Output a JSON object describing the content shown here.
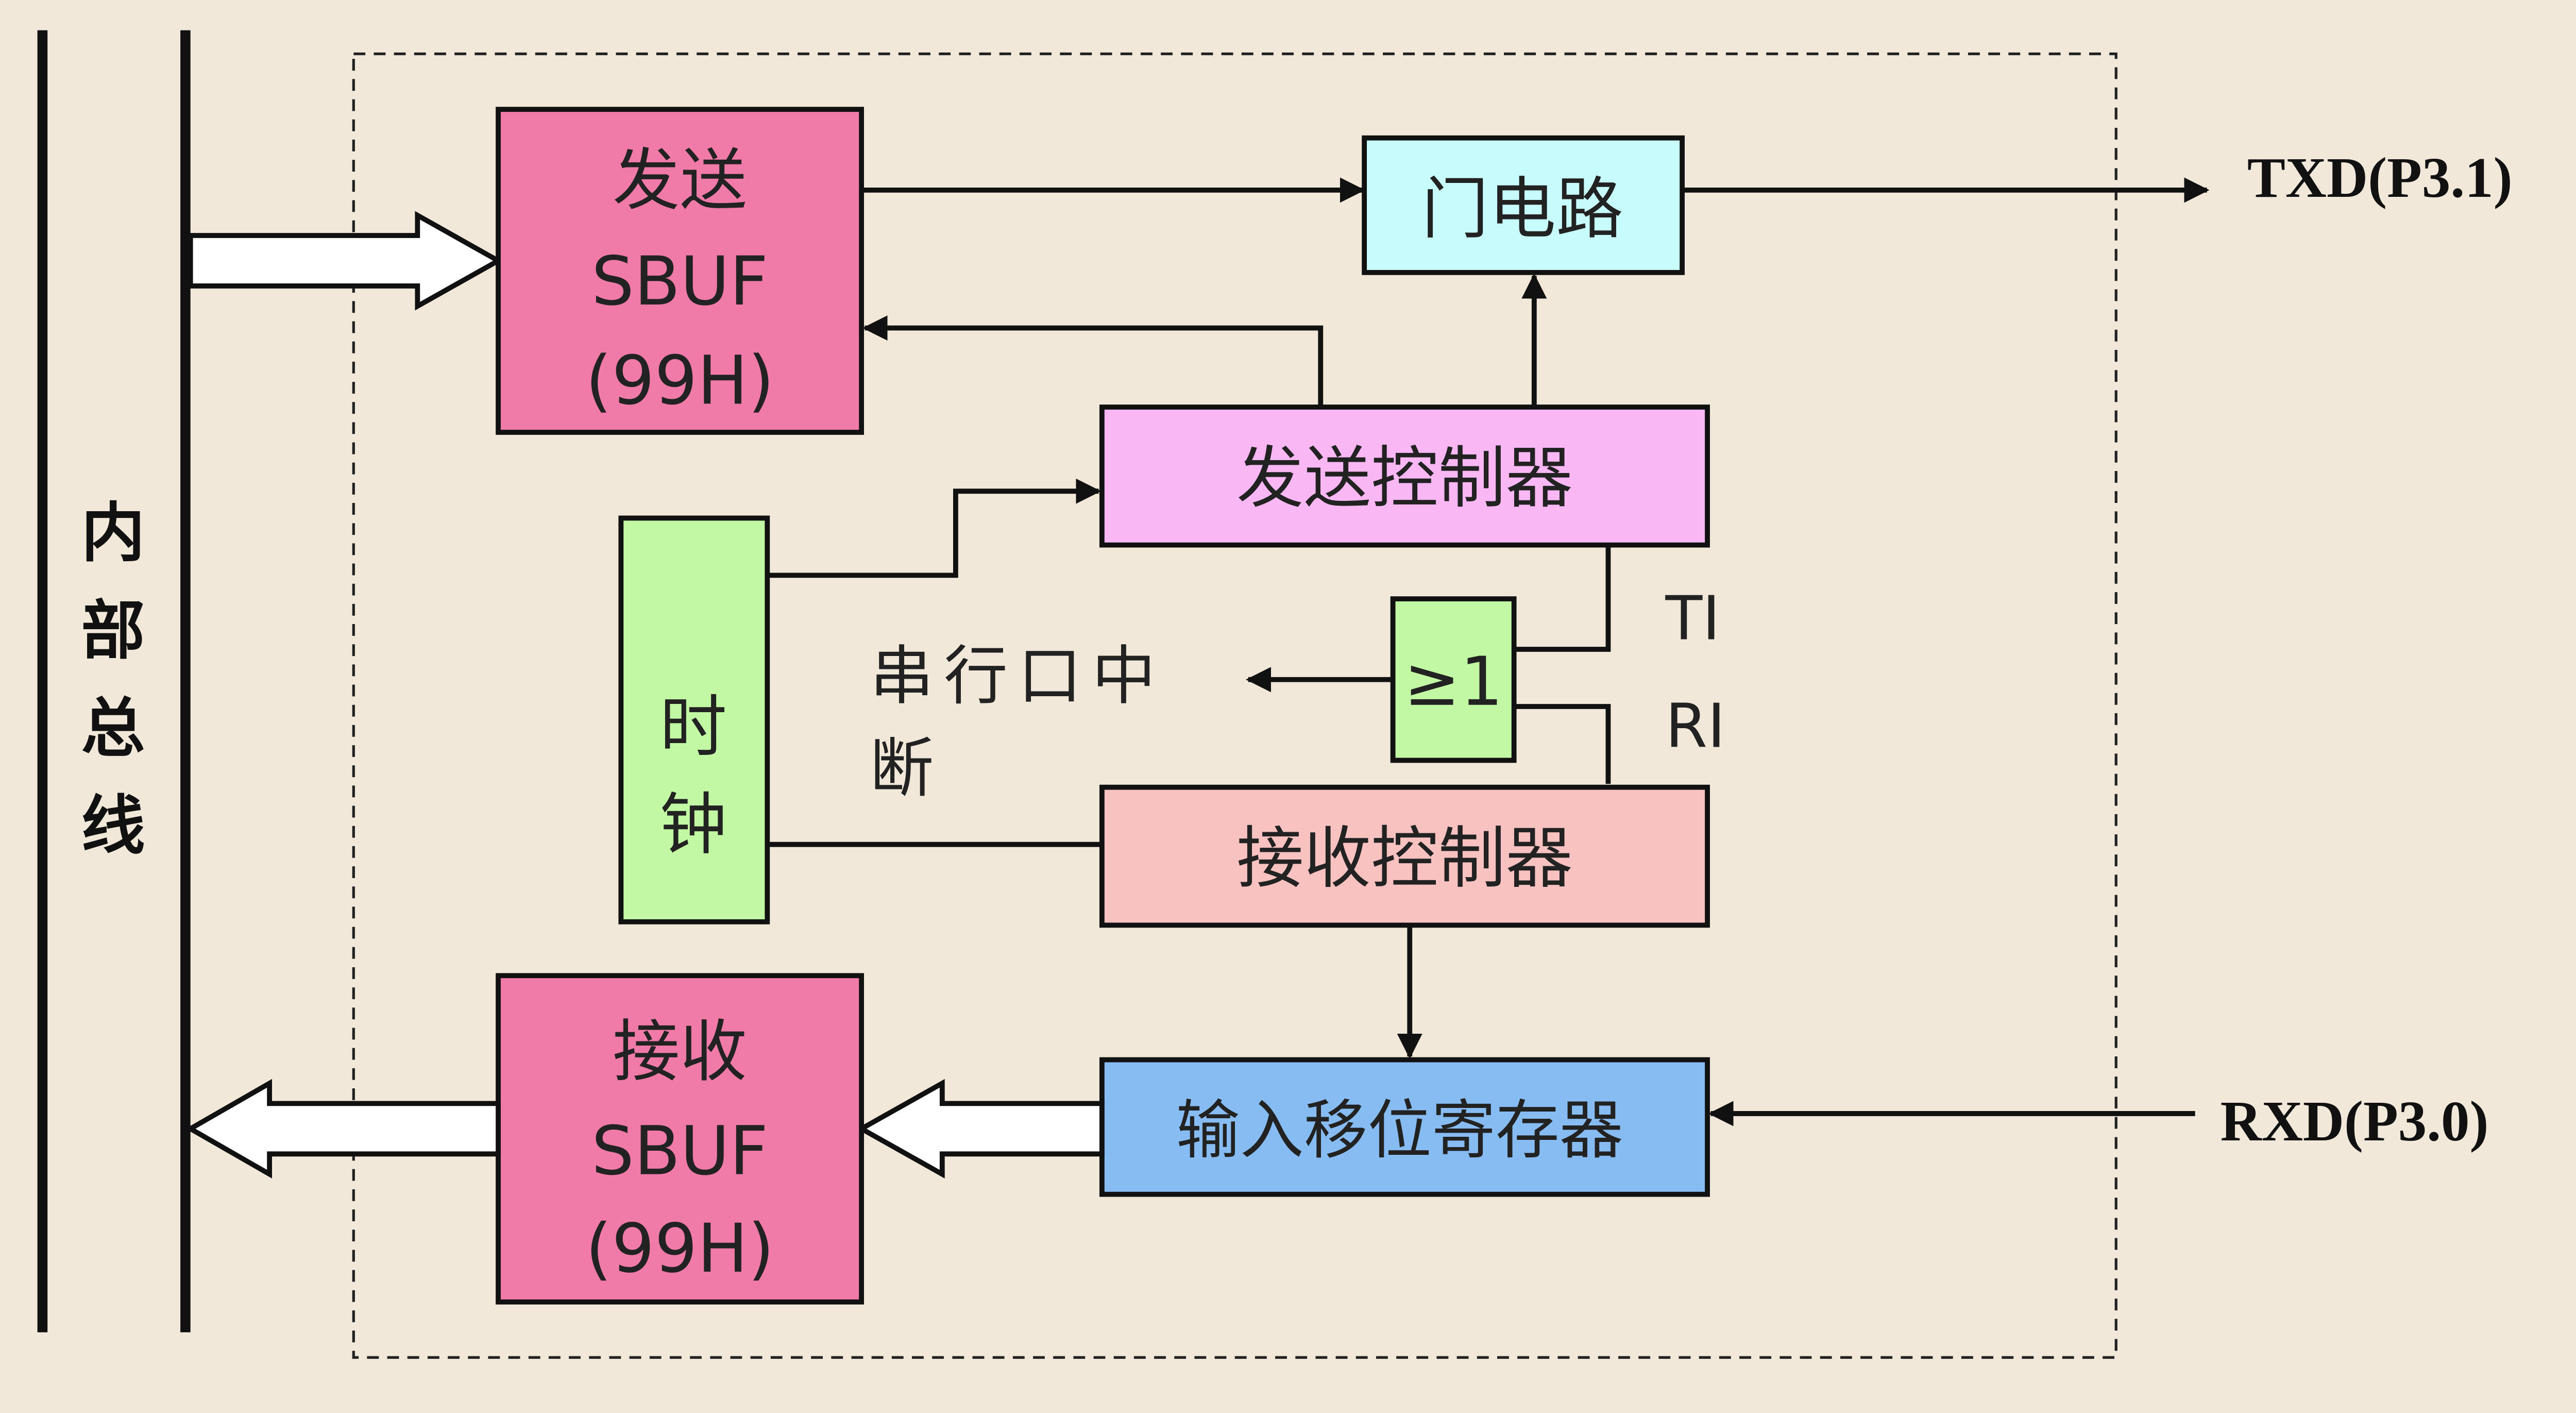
{
  "colors": {
    "background": "#f1e8d9",
    "sbuf_fill": "#f07aa8",
    "gate_fill": "#c8fbfb",
    "tx_ctrl_fill": "#f9b8f3",
    "rx_ctrl_fill": "#f7c2c0",
    "clock_fill": "#c2f7a3",
    "or_fill": "#c2f7a3",
    "shift_fill": "#86bcf2",
    "line": "#111111"
  },
  "bus": {
    "label_chars": [
      "内",
      "部",
      "总",
      "线"
    ]
  },
  "tx_sbuf": {
    "line1": "发送",
    "line2": "SBUF",
    "line3": "(99H)"
  },
  "rx_sbuf": {
    "line1": "接收",
    "line2": "SBUF",
    "line3": "(99H)"
  },
  "gate": {
    "label": "门电路"
  },
  "tx_controller": {
    "label": "发送控制器"
  },
  "rx_controller": {
    "label": "接收控制器"
  },
  "clock": {
    "line1": "时",
    "line2": "钟"
  },
  "or_gate": {
    "label": "≥1"
  },
  "interrupt": {
    "line1": "串行口中",
    "line2": "断"
  },
  "flags": {
    "ti": "TI",
    "ri": "RI"
  },
  "shift_register": {
    "label": "输入移位寄存器"
  },
  "pins": {
    "txd": "TXD(P3.1)",
    "rxd": "RXD(P3.0)"
  }
}
